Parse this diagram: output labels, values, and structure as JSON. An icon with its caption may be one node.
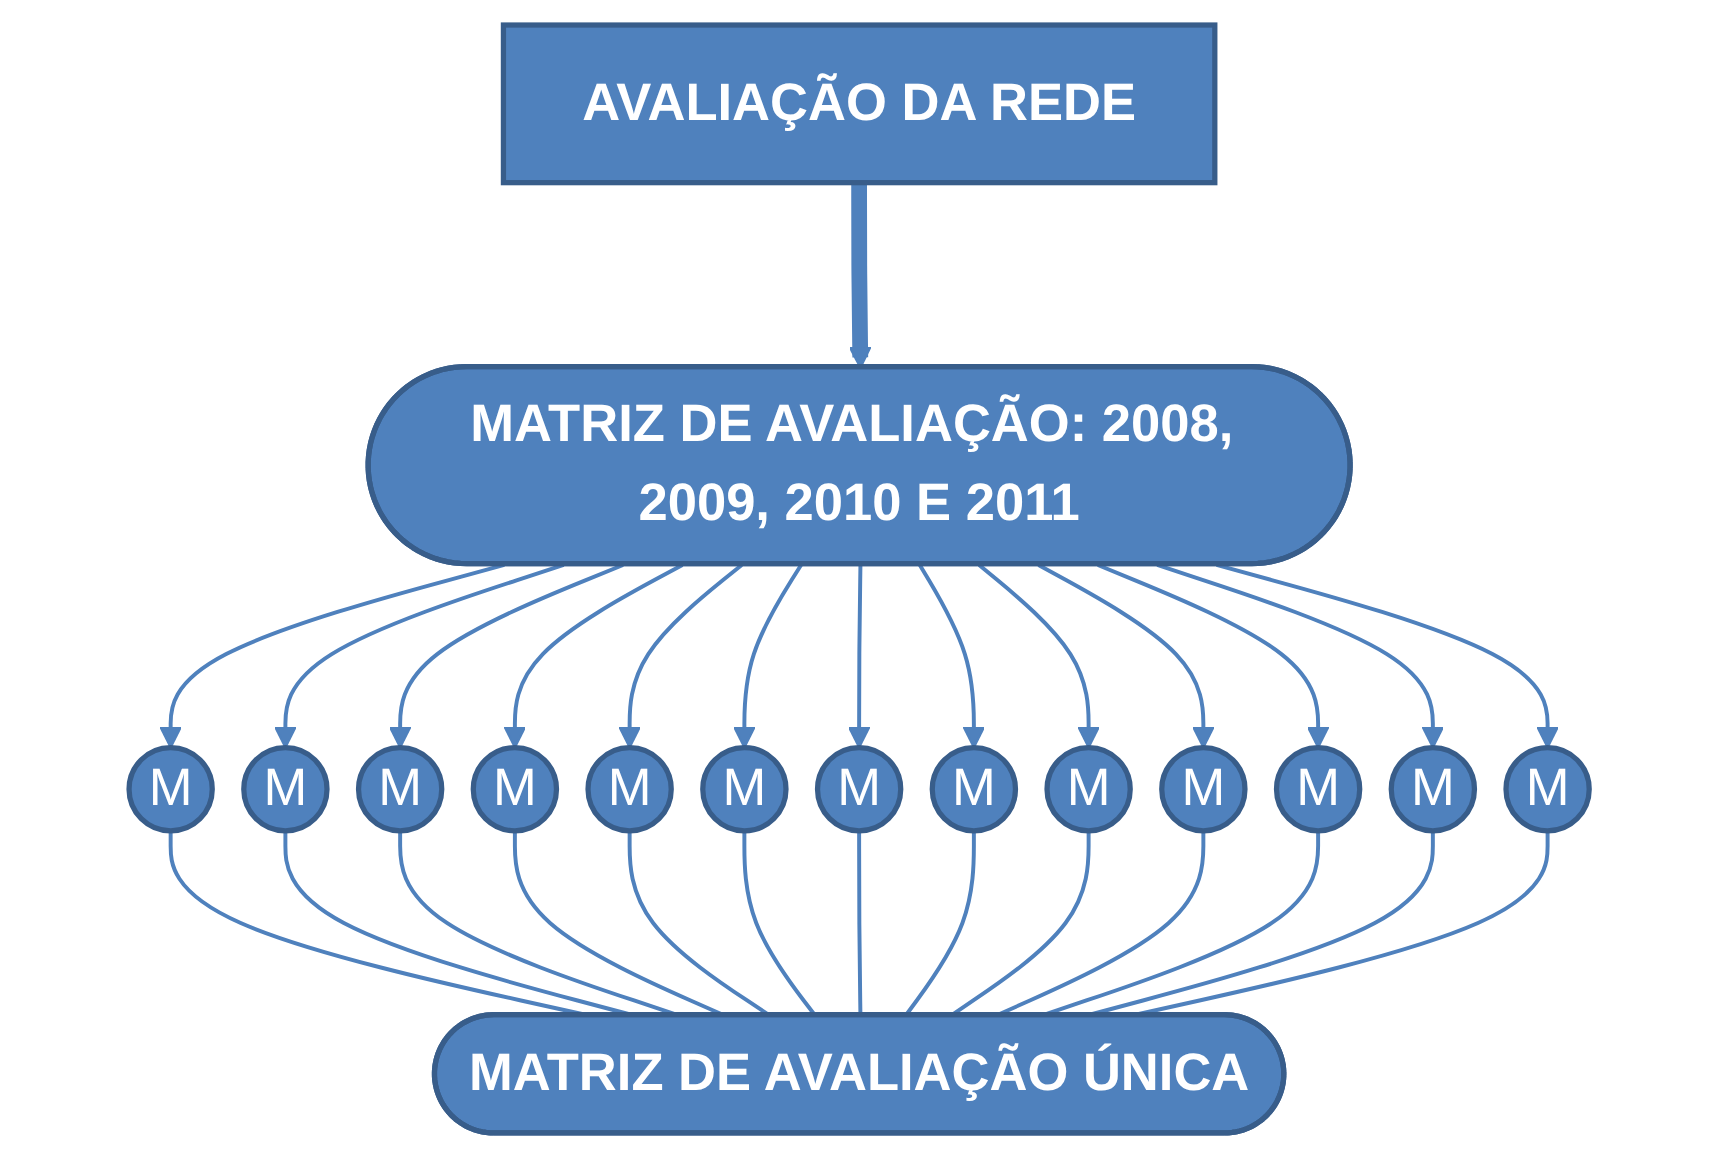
{
  "diagram": {
    "nodes": [
      {
        "text": [
          "AVALIAÇÃO DA REDE"
        ]
      },
      {
        "text": [
          "MATRIZ DE AVALIAÇÃO: 2008, 2009, 2010 E 2011"
        ]
      },
      {
        "text": [
          "M"
        ]
      },
      {
        "text": [
          "M"
        ]
      },
      {
        "text": [
          "M"
        ]
      },
      {
        "text": [
          "M"
        ]
      },
      {
        "text": [
          "M"
        ]
      },
      {
        "text": [
          "M"
        ]
      },
      {
        "text": [
          "M"
        ]
      },
      {
        "text": [
          "M"
        ]
      },
      {
        "text": [
          "M"
        ]
      },
      {
        "text": [
          "M"
        ]
      },
      {
        "text": [
          "M"
        ]
      },
      {
        "text": [
          "M"
        ]
      },
      {
        "text": [
          "M"
        ]
      },
      {
        "text": [
          "MATRIZ DE AVALIAÇÃO ÚNICA"
        ]
      }
    ],
    "edges": [
      {
        "from": 0,
        "to": 1,
        "arrow": "to",
        "style": "thick"
      },
      {
        "from": 1,
        "to": 2,
        "arrow": "to"
      },
      {
        "from": 1,
        "to": 3,
        "arrow": "to"
      },
      {
        "from": 1,
        "to": 4,
        "arrow": "to"
      },
      {
        "from": 1,
        "to": 5,
        "arrow": "to"
      },
      {
        "from": 1,
        "to": 6,
        "arrow": "to"
      },
      {
        "from": 1,
        "to": 7,
        "arrow": "to"
      },
      {
        "from": 1,
        "to": 8,
        "arrow": "to"
      },
      {
        "from": 1,
        "to": 9,
        "arrow": "to"
      },
      {
        "from": 1,
        "to": 10,
        "arrow": "to"
      },
      {
        "from": 1,
        "to": 11,
        "arrow": "to"
      },
      {
        "from": 1,
        "to": 12,
        "arrow": "to"
      },
      {
        "from": 1,
        "to": 13,
        "arrow": "to"
      },
      {
        "from": 1,
        "to": 14,
        "arrow": "to"
      },
      {
        "from": 2,
        "to": 15,
        "arrow": "none"
      },
      {
        "from": 3,
        "to": 15,
        "arrow": "none"
      },
      {
        "from": 4,
        "to": 15,
        "arrow": "none"
      },
      {
        "from": 5,
        "to": 15,
        "arrow": "none"
      },
      {
        "from": 6,
        "to": 15,
        "arrow": "none"
      },
      {
        "from": 7,
        "to": 15,
        "arrow": "none"
      },
      {
        "from": 8,
        "to": 15,
        "arrow": "none"
      },
      {
        "from": 9,
        "to": 15,
        "arrow": "none"
      },
      {
        "from": 10,
        "to": 15,
        "arrow": "none"
      },
      {
        "from": 11,
        "to": 15,
        "arrow": "none"
      },
      {
        "from": 12,
        "to": 15,
        "arrow": "none"
      },
      {
        "from": 13,
        "to": 15,
        "arrow": "none"
      },
      {
        "from": 14,
        "to": 15,
        "arrow": "none"
      }
    ]
  }
}
